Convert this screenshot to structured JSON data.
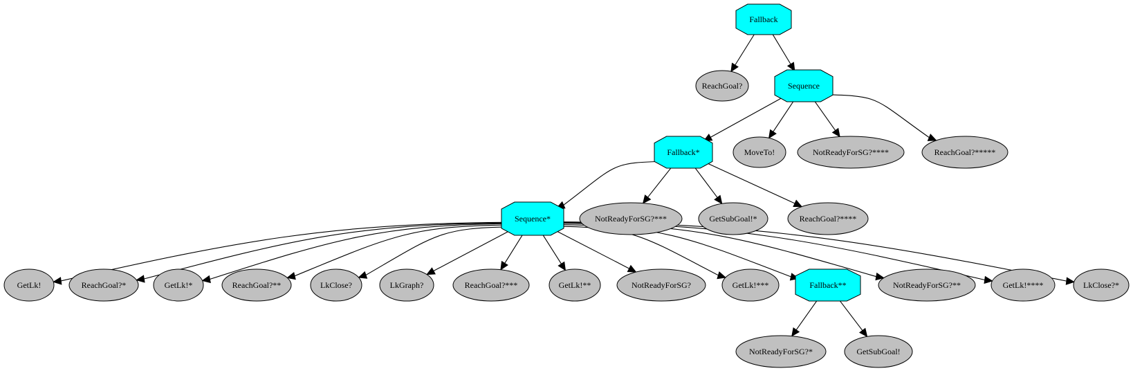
{
  "colors": {
    "control_fill": "#00ffff",
    "leaf_fill": "#c0c0c0",
    "stroke": "#000000",
    "background": "#ffffff"
  },
  "nodes": [
    {
      "id": "fallback",
      "label": "Fallback",
      "kind": "control"
    },
    {
      "id": "reachgoal",
      "label": "ReachGoal?",
      "kind": "leaf"
    },
    {
      "id": "sequence",
      "label": "Sequence",
      "kind": "control"
    },
    {
      "id": "fallback1",
      "label": "Fallback*",
      "kind": "control"
    },
    {
      "id": "moveto",
      "label": "MoveTo!",
      "kind": "leaf"
    },
    {
      "id": "notready4",
      "label": "NotReadyForSG?****",
      "kind": "leaf"
    },
    {
      "id": "reachgoal5",
      "label": "ReachGoal?*****",
      "kind": "leaf"
    },
    {
      "id": "sequence1",
      "label": "Sequence*",
      "kind": "control"
    },
    {
      "id": "notready3",
      "label": "NotReadyForSG?***",
      "kind": "leaf"
    },
    {
      "id": "getsubgoal1",
      "label": "GetSubGoal!*",
      "kind": "leaf"
    },
    {
      "id": "reachgoal4",
      "label": "ReachGoal?****",
      "kind": "leaf"
    },
    {
      "id": "getlk",
      "label": "GetLk!",
      "kind": "leaf"
    },
    {
      "id": "reachgoal1",
      "label": "ReachGoal?*",
      "kind": "leaf"
    },
    {
      "id": "getlk1",
      "label": "GetLk!*",
      "kind": "leaf"
    },
    {
      "id": "reachgoal2",
      "label": "ReachGoal?**",
      "kind": "leaf"
    },
    {
      "id": "lkclose",
      "label": "LkClose?",
      "kind": "leaf"
    },
    {
      "id": "lkgraph",
      "label": "LkGraph?",
      "kind": "leaf"
    },
    {
      "id": "reachgoal3",
      "label": "ReachGoal?***",
      "kind": "leaf"
    },
    {
      "id": "getlk2",
      "label": "GetLk!**",
      "kind": "leaf"
    },
    {
      "id": "notready0",
      "label": "NotReadyForSG?",
      "kind": "leaf"
    },
    {
      "id": "getlk3",
      "label": "GetLk!***",
      "kind": "leaf"
    },
    {
      "id": "fallback2",
      "label": "Fallback**",
      "kind": "control"
    },
    {
      "id": "notready2",
      "label": "NotReadyForSG?**",
      "kind": "leaf"
    },
    {
      "id": "getlk4",
      "label": "GetLk!****",
      "kind": "leaf"
    },
    {
      "id": "lkclose1",
      "label": "LkClose?*",
      "kind": "leaf"
    },
    {
      "id": "notready1",
      "label": "NotReadyForSG?*",
      "kind": "leaf"
    },
    {
      "id": "getsubgoal",
      "label": "GetSubGoal!",
      "kind": "leaf"
    }
  ],
  "edges": [
    [
      "fallback",
      "reachgoal"
    ],
    [
      "fallback",
      "sequence"
    ],
    [
      "sequence",
      "fallback1"
    ],
    [
      "sequence",
      "moveto"
    ],
    [
      "sequence",
      "notready4"
    ],
    [
      "sequence",
      "reachgoal5"
    ],
    [
      "fallback1",
      "sequence1"
    ],
    [
      "fallback1",
      "notready3"
    ],
    [
      "fallback1",
      "getsubgoal1"
    ],
    [
      "fallback1",
      "reachgoal4"
    ],
    [
      "sequence1",
      "getlk"
    ],
    [
      "sequence1",
      "reachgoal1"
    ],
    [
      "sequence1",
      "getlk1"
    ],
    [
      "sequence1",
      "reachgoal2"
    ],
    [
      "sequence1",
      "lkclose"
    ],
    [
      "sequence1",
      "lkgraph"
    ],
    [
      "sequence1",
      "reachgoal3"
    ],
    [
      "sequence1",
      "getlk2"
    ],
    [
      "sequence1",
      "notready0"
    ],
    [
      "sequence1",
      "getlk3"
    ],
    [
      "sequence1",
      "fallback2"
    ],
    [
      "sequence1",
      "notready2"
    ],
    [
      "sequence1",
      "getlk4"
    ],
    [
      "sequence1",
      "lkclose1"
    ],
    [
      "fallback2",
      "notready1"
    ],
    [
      "fallback2",
      "getsubgoal"
    ]
  ]
}
